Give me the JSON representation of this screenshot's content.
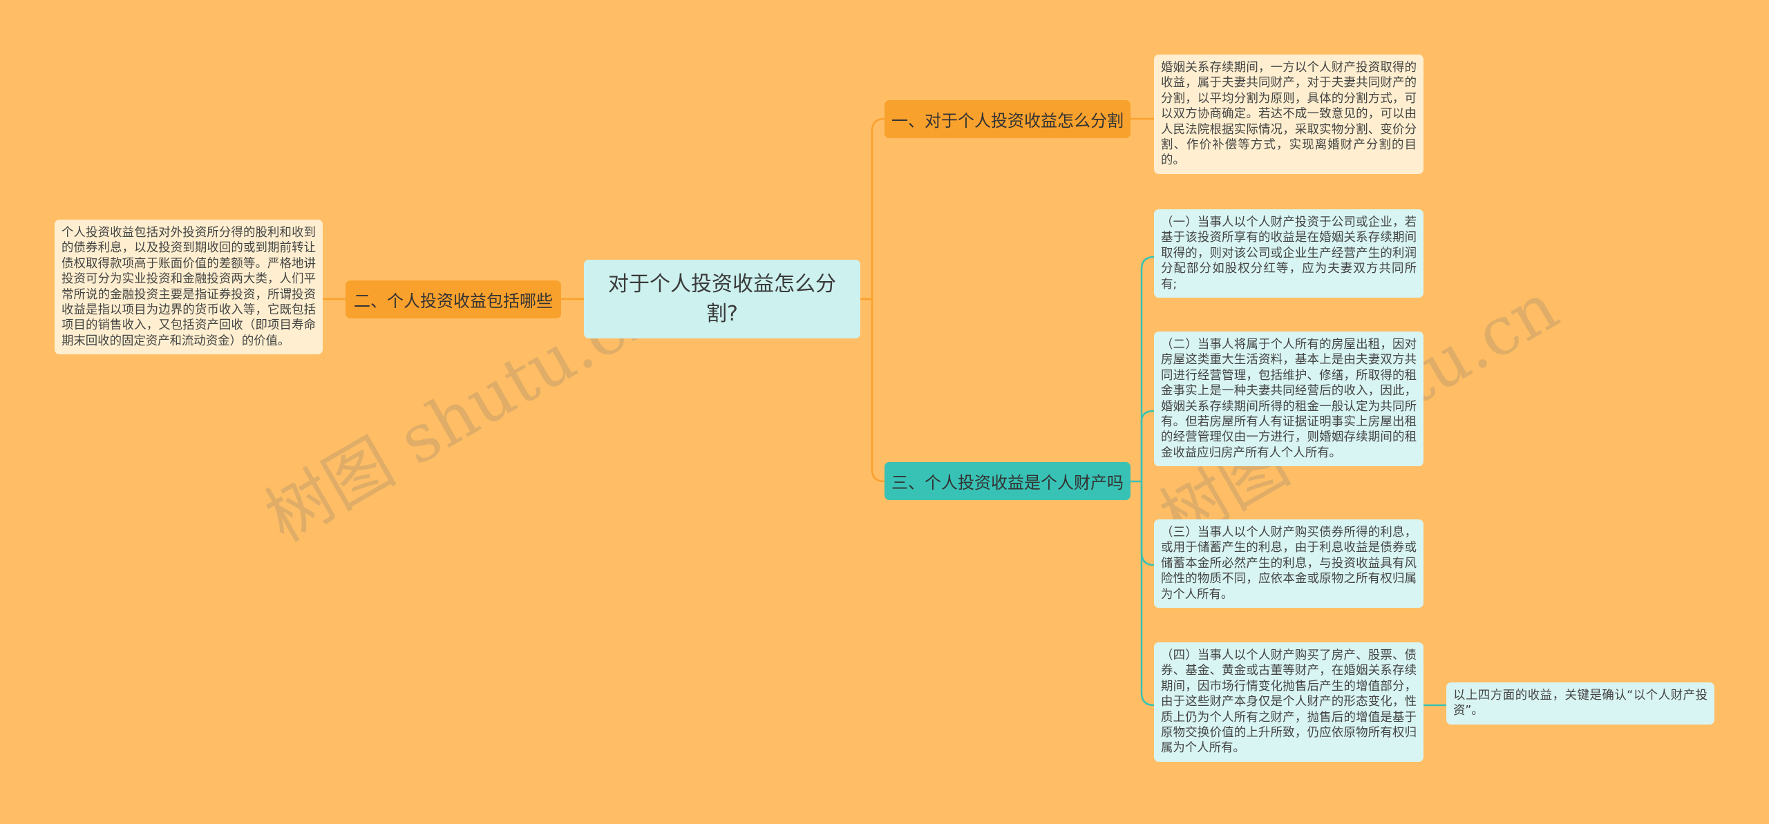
{
  "root": {
    "title": "对于个人投资收益怎么分割?"
  },
  "branches": [
    {
      "id": "b1",
      "label": "一、对于个人投资收益怎么分割",
      "color": "#F9A12D"
    },
    {
      "id": "b2",
      "label": "二、个人投资收益包括哪些",
      "color": "#F9A12D"
    },
    {
      "id": "b3",
      "label": "三、个人投资收益是个人财产吗",
      "color": "#38C2B5"
    }
  ],
  "leaves": {
    "b1_text": "婚姻关系存续期间，一方以个人财产投资取得的收益，属于夫妻共同财产，对于夫妻共同财产的分割，以平均分割为原则，具体的分割方式，可以双方协商确定。若达不成一致意见的，可以由人民法院根据实际情况，采取实物分割、变价分割、作价补偿等方式，实现离婚财产分割的目的。",
    "b2_text": "个人投资收益包括对外投资所分得的股利和收到的债券利息，以及投资到期收回的或到期前转让债权取得款项高于账面价值的差额等。严格地讲投资可分为实业投资和金融投资两大类，人们平常所说的金融投资主要是指证券投资，所谓投资收益是指以项目为边界的货币收入等，它既包括项目的销售收入，又包括资产回收（即项目寿命期末回收的固定资产和流动资金）的价值。",
    "b3_items": [
      "（一）当事人以个人财产投资于公司或企业，若基于该投资所享有的收益是在婚姻关系存续期间取得的，则对该公司或企业生产经营产生的利润分配部分如股权分红等，应为夫妻双方共同所有;",
      "（二）当事人将属于个人所有的房屋出租，因对房屋这类重大生活资料，基本上是由夫妻双方共同进行经营管理，包括维护、修缮，所取得的租金事实上是一种夫妻共同经营后的收入，因此，婚姻关系存续期间所得的租金一般认定为共同所有。但若房屋所有人有证据证明事实上房屋出租的经营管理仅由一方进行，则婚姻存续期间的租金收益应归房产所有人个人所有。",
      "（三）当事人以个人财产购买债券所得的利息，或用于储蓄产生的利息，由于利息收益是债券或储蓄本金所必然产生的利息，与投资收益具有风险性的物质不同，应依本金或原物之所有权归属为个人所有。",
      "（四）当事人以个人财产购买了房产、股票、债券、基金、黄金或古董等财产，在婚姻关系存续期间，因市场行情变化抛售后产生的增值部分，由于这些财产本身仅是个人财产的形态变化，性质上仍为个人所有之财产，抛售后的增值是基于原物交换价值的上升所致，仍应依原物所有权归属为个人所有。"
    ],
    "b3_4_note": "以上四方面的收益，关键是确认“以个人财产投资”。"
  },
  "watermarks": [
    "树图 shutu.cn",
    "树图 shutu.cn"
  ],
  "colors": {
    "background": "#FFBE65",
    "root_fill": "#CDF1EF",
    "orange_branch": "#F9A12D",
    "teal_branch": "#38C2B5",
    "cream_leaf": "#FFEFD0",
    "cyan_leaf": "#D8F5F3"
  }
}
